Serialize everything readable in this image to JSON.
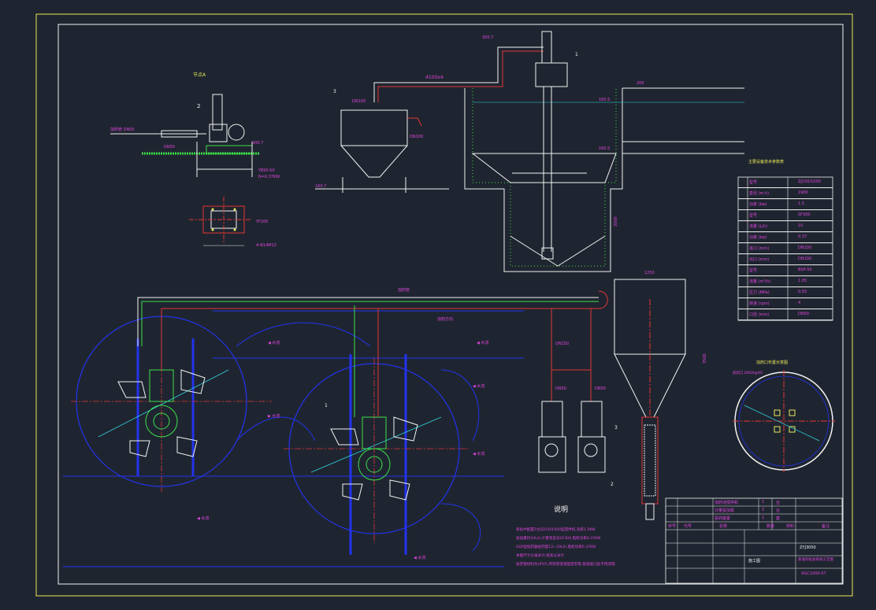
{
  "colors": {
    "background": "#1f2530",
    "frame": "#e8e85a",
    "white": "#f2f2f2",
    "red": "#e03535",
    "green": "#3de04a",
    "blue": "#2233ee",
    "cyan": "#2fd6e6",
    "magenta": "#e044e0",
    "yellow": "#e8e85a"
  },
  "labels": {
    "detail_a": "节点A",
    "pipe_dn": "DN50",
    "pipe_span": "4100x4",
    "tank_dn": "DN100",
    "elev_a": "300.7",
    "elev_b": "160.5",
    "elev_c": "160.5",
    "item1": "1",
    "item2": "2",
    "item3": "3",
    "notes_title": "说明",
    "dn150": "DN150",
    "dn50": "DN50",
    "arrow_flow": "水流方向",
    "table_title": "主要设备技术参数表",
    "section_title": "加药口布置示意图"
  },
  "param_table": {
    "rows": [
      [
        "型号",
        "ZJ150/1000"
      ],
      [
        "直径 (m·h)",
        "1900"
      ],
      [
        "功率 (kw)",
        "1.5"
      ],
      [
        "型号",
        "SF300"
      ],
      [
        "流量 (L/h)",
        "10"
      ],
      [
        "功率 (kw)",
        "0.37"
      ],
      [
        "进口 (mm)",
        "DN100"
      ],
      [
        "出口 (mm)",
        "DN100"
      ],
      [
        "型号",
        "BSP-50"
      ],
      [
        "流量 (m³/h)",
        "1.05"
      ],
      [
        "压力 (MPa)",
        "0.55"
      ],
      [
        "转速 (rpm)",
        "4"
      ],
      [
        "口径 (mm)",
        "DN50"
      ]
    ]
  },
  "notes": [
    "系统中配置1台ZJ150/1000型搅拌机,功率1.5KW",
    "投加量约10L/h,计量泵型号SF300,电机功率0.37KW",
    "GSP型投药器投药量12~20L/h,电机功率0.37KW",
    "本图尺寸以毫米计,标高以米计",
    "投药管材料为UPVC,所有管道须固定牢靠,管道接口处不得渗漏"
  ],
  "title_block": {
    "rows_top": [
      [
        "加药池搅拌机",
        "1",
        "台"
      ],
      [
        "计量投加泵",
        "2",
        "台"
      ],
      [
        "投药装置",
        "1",
        "套"
      ]
    ],
    "header": [
      "序号",
      "代号",
      "名称",
      "数量",
      "材料",
      "备注"
    ],
    "project": "ZYJ3050",
    "drawing_name": "絮凝剂投加系统工艺图",
    "drawing_no": "XGC1000-07",
    "stage": "施工图"
  }
}
